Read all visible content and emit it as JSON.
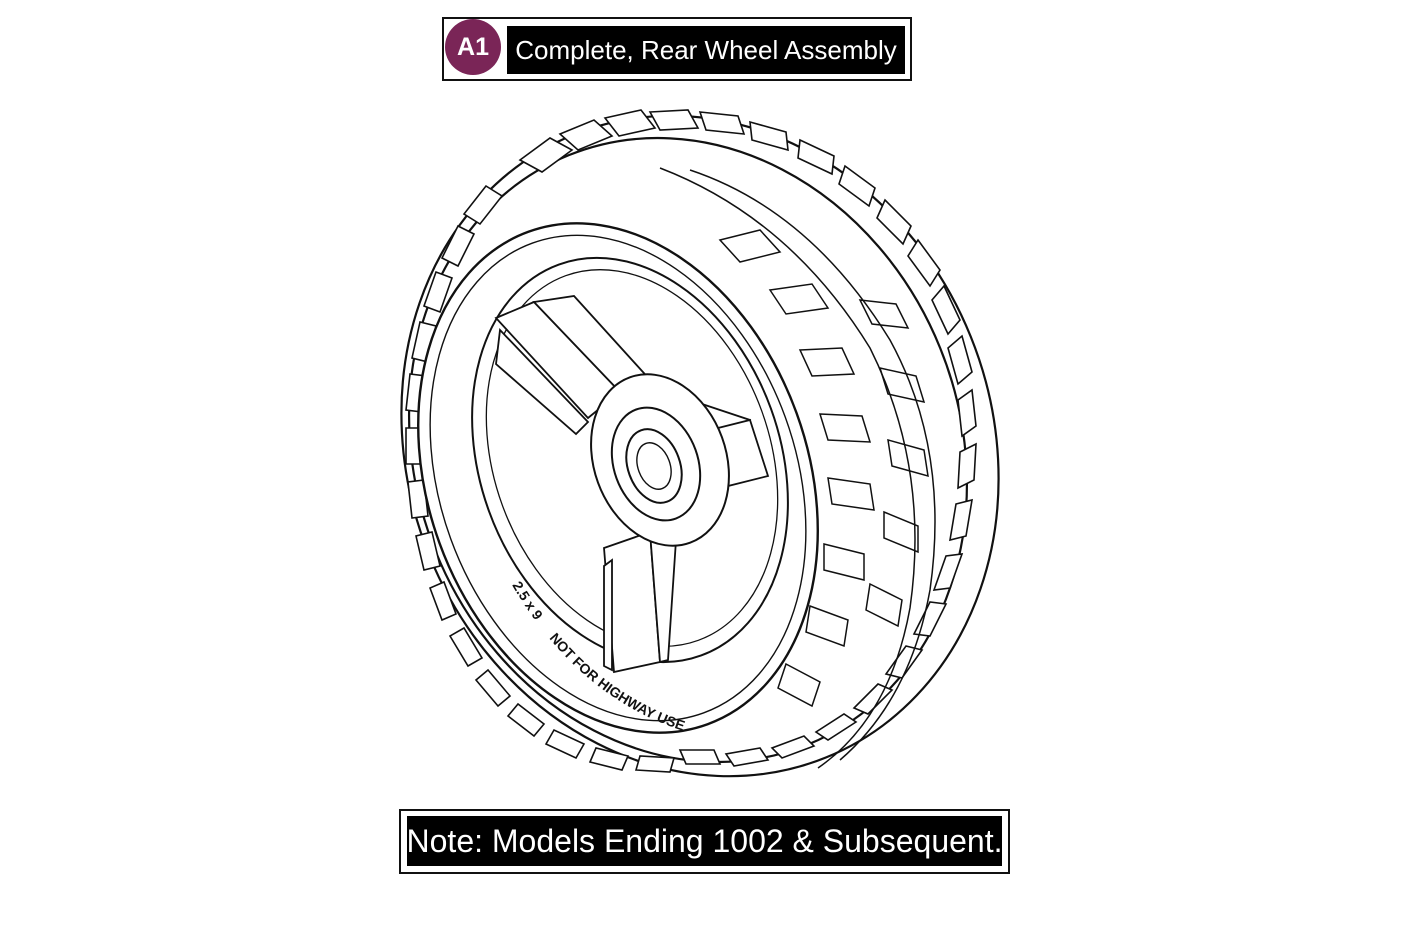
{
  "callout": {
    "badge": "A1",
    "badge_color": "#7a2557",
    "label": "Complete, Rear Wheel Assembly"
  },
  "figure": {
    "icon": "rear-wheel-assembly-drawing",
    "sidewall_text": "NOT FOR HIGHWAY USE",
    "tire_size": "2.5 x 9"
  },
  "note": {
    "text": "Note: Models Ending 1002 & Subsequent."
  }
}
